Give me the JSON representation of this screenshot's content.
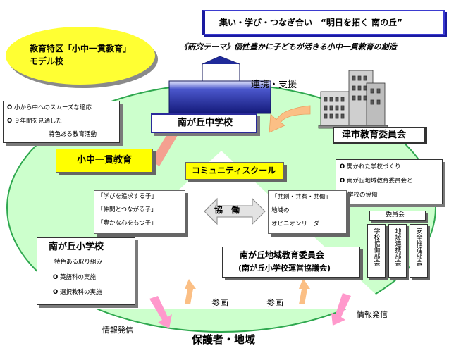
{
  "badge": {
    "line1": "教育特区「小中一貫教育」",
    "line2": "モデル校"
  },
  "header": {
    "slogan": "集い・学び・つなぎ合い　“明日を拓く 南の丘”"
  },
  "theme": "《研究テーマ》個性豊かに子どもが活きる小中一貫教育の創造",
  "labels": {
    "renkei": "連携・支援",
    "sankaku_left": "参画",
    "sankaku_right": "参画",
    "info_left": "情報発信",
    "info_right": "情報発信",
    "bottom": "保護者・地域",
    "kyodo": "協　働"
  },
  "middle_school": {
    "name": "南が丘中学校"
  },
  "tsu_board": {
    "name": "津市教育委員会"
  },
  "features_box": {
    "items": [
      "小から中へのスムーズな適応",
      "９年間を見通した"
    ],
    "last": "特色ある教育活動"
  },
  "shochu": {
    "title": "小中一貫教育"
  },
  "community": {
    "title": "コミュニティスクール"
  },
  "child_goals": [
    "「学びを追求する子」",
    "「仲間とつながる子」",
    "「豊かな心をもつ子」"
  ],
  "community_box": {
    "line1": "「共創・共有・共働」",
    "line2": "地域の",
    "line3": "オピニオンリーダー"
  },
  "open_school": {
    "items": [
      "開かれた学校づくり",
      "南が丘地域教育委員会と"
    ],
    "last": "学校の協働"
  },
  "committee": {
    "head": "委員会",
    "columns": [
      "学校協働部会",
      "地域連携部会",
      "安全推進部会"
    ]
  },
  "primary_school": {
    "name": "南が丘小学校",
    "subtitle": "特色ある取り組み",
    "items": [
      "英語科の実施",
      "選択教科の実施"
    ]
  },
  "local_board": {
    "line1": "南が丘地域教育委員会",
    "line2": "(南が丘小学校運営協議会)"
  },
  "colors": {
    "ellipse": "#ccffcc",
    "badge": "#ffff33",
    "yellow_box": "#ffff00",
    "arrow_orange": "#fbbf85",
    "arrow_pink": "#ff99cc",
    "building": "#2929a8"
  }
}
